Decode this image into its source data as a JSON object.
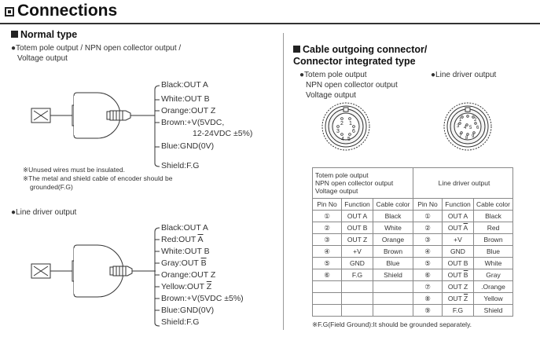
{
  "page": {
    "title": "Connections"
  },
  "normal": {
    "heading": "Normal type",
    "totem": {
      "caption_lines": [
        "●Totem pole output / NPN open collector output /",
        "Voltage output"
      ],
      "wires": [
        {
          "text": "Black:OUT A"
        },
        {
          "text": "White:OUT B"
        },
        {
          "text": "Orange:OUT Z"
        },
        {
          "text": "Brown:+V(5VDC,"
        },
        {
          "text": "12-24VDC ±5%)"
        },
        {
          "text": "Blue:GND(0V)"
        },
        {
          "text": "Shield:F.G"
        }
      ],
      "notes": [
        "※Unused wires must be insulated.",
        "※The metal and shield cable of encoder should be",
        "grounded(F.G)"
      ]
    },
    "line_driver": {
      "caption": "●Line driver output",
      "wires": [
        {
          "prefix": "Black:OUT A",
          "over": "",
          "suffix": ""
        },
        {
          "prefix": "Red:OUT ",
          "over": "A",
          "suffix": ""
        },
        {
          "prefix": "White:OUT B",
          "over": "",
          "suffix": ""
        },
        {
          "prefix": "Gray:OUT ",
          "over": "B",
          "suffix": ""
        },
        {
          "prefix": "Orange:OUT Z",
          "over": "",
          "suffix": ""
        },
        {
          "prefix": "Yellow:OUT ",
          "over": "Z",
          "suffix": ""
        },
        {
          "prefix": "Brown:+V(5VDC ±5%)",
          "over": "",
          "suffix": ""
        },
        {
          "prefix": "Blue:GND(0V)",
          "over": "",
          "suffix": ""
        },
        {
          "prefix": "Shield:F.G",
          "over": "",
          "suffix": ""
        }
      ]
    }
  },
  "connector": {
    "heading_lines": [
      "Cable outgoing connector/",
      "Connector integrated type"
    ],
    "left_caption": [
      "●Totem pole output",
      "NPN open collector output",
      "Voltage output"
    ],
    "right_caption": "●Line driver output",
    "connector6_pins": [
      "1",
      "2",
      "3",
      "4",
      "5",
      "6"
    ],
    "connector9_pins": [
      "1",
      "2",
      "3",
      "4",
      "5",
      "6",
      "7",
      "8",
      "9"
    ],
    "table": {
      "group_left_lines": [
        "Totem pole output",
        "NPN open collector output",
        "Voltage output"
      ],
      "group_right": "Line driver output",
      "headers": [
        "Pin No",
        "Function",
        "Cable color",
        "Pin No",
        "Function",
        "Cable color"
      ],
      "rows": [
        {
          "p1": "①",
          "f1": "OUT A",
          "c1": "Black",
          "p2": "①",
          "f2": "OUT A",
          "f2o": "",
          "c2": "Black"
        },
        {
          "p1": "②",
          "f1": "OUT B",
          "c1": "White",
          "p2": "②",
          "f2": "OUT ",
          "f2o": "A",
          "c2": "Red"
        },
        {
          "p1": "③",
          "f1": "OUT Z",
          "c1": "Orange",
          "p2": "③",
          "f2": "+V",
          "f2o": "",
          "c2": "Brown"
        },
        {
          "p1": "④",
          "f1": "+V",
          "c1": "Brown",
          "p2": "④",
          "f2": "GND",
          "f2o": "",
          "c2": "Blue"
        },
        {
          "p1": "⑤",
          "f1": "GND",
          "c1": "Blue",
          "p2": "⑤",
          "f2": "OUT B",
          "f2o": "",
          "c2": "White"
        },
        {
          "p1": "⑥",
          "f1": "F.G",
          "c1": "Shield",
          "p2": "⑥",
          "f2": "OUT ",
          "f2o": "B",
          "c2": "Gray"
        },
        {
          "p1": "",
          "f1": "",
          "c1": "",
          "p2": "⑦",
          "f2": "OUT Z",
          "f2o": "",
          "c2": ".Orange"
        },
        {
          "p1": "",
          "f1": "",
          "c1": "",
          "p2": "⑧",
          "f2": "OUT ",
          "f2o": "Z",
          "c2": "Yellow"
        },
        {
          "p1": "",
          "f1": "",
          "c1": "",
          "p2": "⑨",
          "f2": "F.G",
          "f2o": "",
          "c2": "Shield"
        }
      ]
    },
    "footnote": "※F.G(Field Ground):It should be grounded separately."
  }
}
